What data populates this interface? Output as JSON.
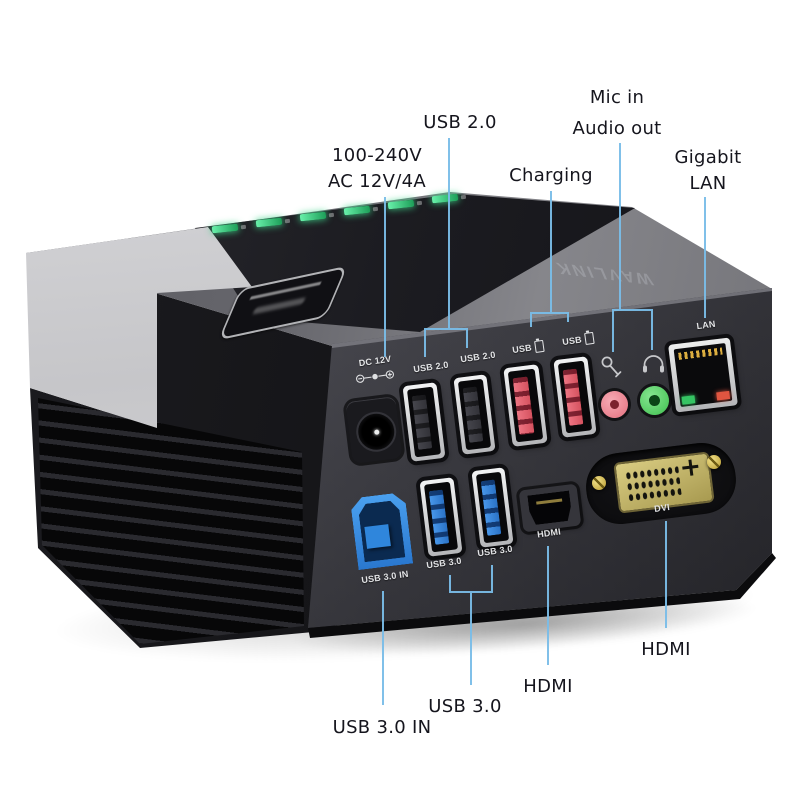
{
  "image_type": "product-photo-with-callouts",
  "annotations": {
    "power_line1": "100-240V",
    "power_line2": "AC 12V/4A",
    "usb20": "USB 2.0",
    "charging": "Charging",
    "mic_in": "Mic in",
    "audio_out": "Audio out",
    "gigabit_line1": "Gigabit",
    "gigabit_line2": "LAN",
    "usb30_in": "USB 3.0 IN",
    "usb30": "USB 3.0",
    "hdmi": "HDMI",
    "hdmi_right": "HDMI"
  },
  "device": {
    "top_logo": "WAVLINK",
    "led_count": 6,
    "port_labels": {
      "dc": "DC 12V",
      "usb2_a": "USB 2.0",
      "usb2_b": "USB 2.0",
      "charge_a": "USB",
      "charge_b": "USB",
      "lan": "LAN",
      "usb3_in": "USB 3.0 IN",
      "usb3_a": "USB 3.0",
      "usb3_b": "USB 3.0",
      "hdmi": "HDMI",
      "dvi": "DVI"
    }
  },
  "colors": {
    "callout_line": "#7abde8",
    "annotation_text": "#15151d",
    "charge_port_red": "#e2606f",
    "usb3_blue": "#2f86dc",
    "mic_jack_pink": "#ef8f9b",
    "audio_jack_green": "#57d163",
    "led_green": "#3fd489",
    "lan_led_green": "#35c463",
    "lan_led_red": "#e05540",
    "dvi_gold": "#c8b96a"
  }
}
